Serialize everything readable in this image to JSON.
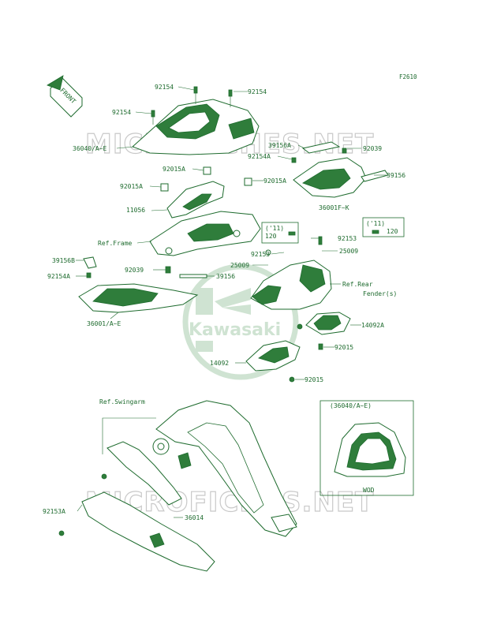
{
  "diagram_code": "F2610",
  "front_label": "FRONT",
  "watermark_text": "MICROFICHES.NET",
  "logo_text": "Kawasaki",
  "colors": {
    "line": "#1e6b2e",
    "watermark": "#c9c9c9",
    "logo": "#cfe3d2"
  },
  "labels": {
    "l92154_top": "92154",
    "l92154_right": "92154",
    "l92154_left": "92154",
    "l36040": "36040/A~E",
    "l39156A": "39156A",
    "l92039_right": "92039",
    "l92154A_right": "92154A",
    "l39156_right": "39156",
    "l92015A_top": "92015A",
    "l92015A_left": "92015A",
    "l92015A_right": "92015A",
    "l36001F": "36001F~K",
    "l11056": "11056",
    "refframe": "Ref.Frame",
    "y11_a": "('11)",
    "v120_a": "120",
    "y11_b": "('11)",
    "v120_b": "120",
    "l92153_mid": "92153",
    "l92153_right": "92153",
    "l25009_mid": "25009",
    "l25009_right": "25009",
    "l39156B": "39156B",
    "l92154A_left": "92154A",
    "l92039_left": "92039",
    "l39156_mid": "39156",
    "refrear1": "Ref.Rear",
    "refrear2": "Fender(s)",
    "l36001": "36001/A~E",
    "l14092A": "14092A",
    "l92015_mid": "92015",
    "l14092": "14092",
    "l92015_bot": "92015",
    "refswing": "Ref.Swingarm",
    "inset_title": "(36040/A~E)",
    "inset_wod": "WOD",
    "l92153A": "92153A",
    "l36014": "36014"
  }
}
